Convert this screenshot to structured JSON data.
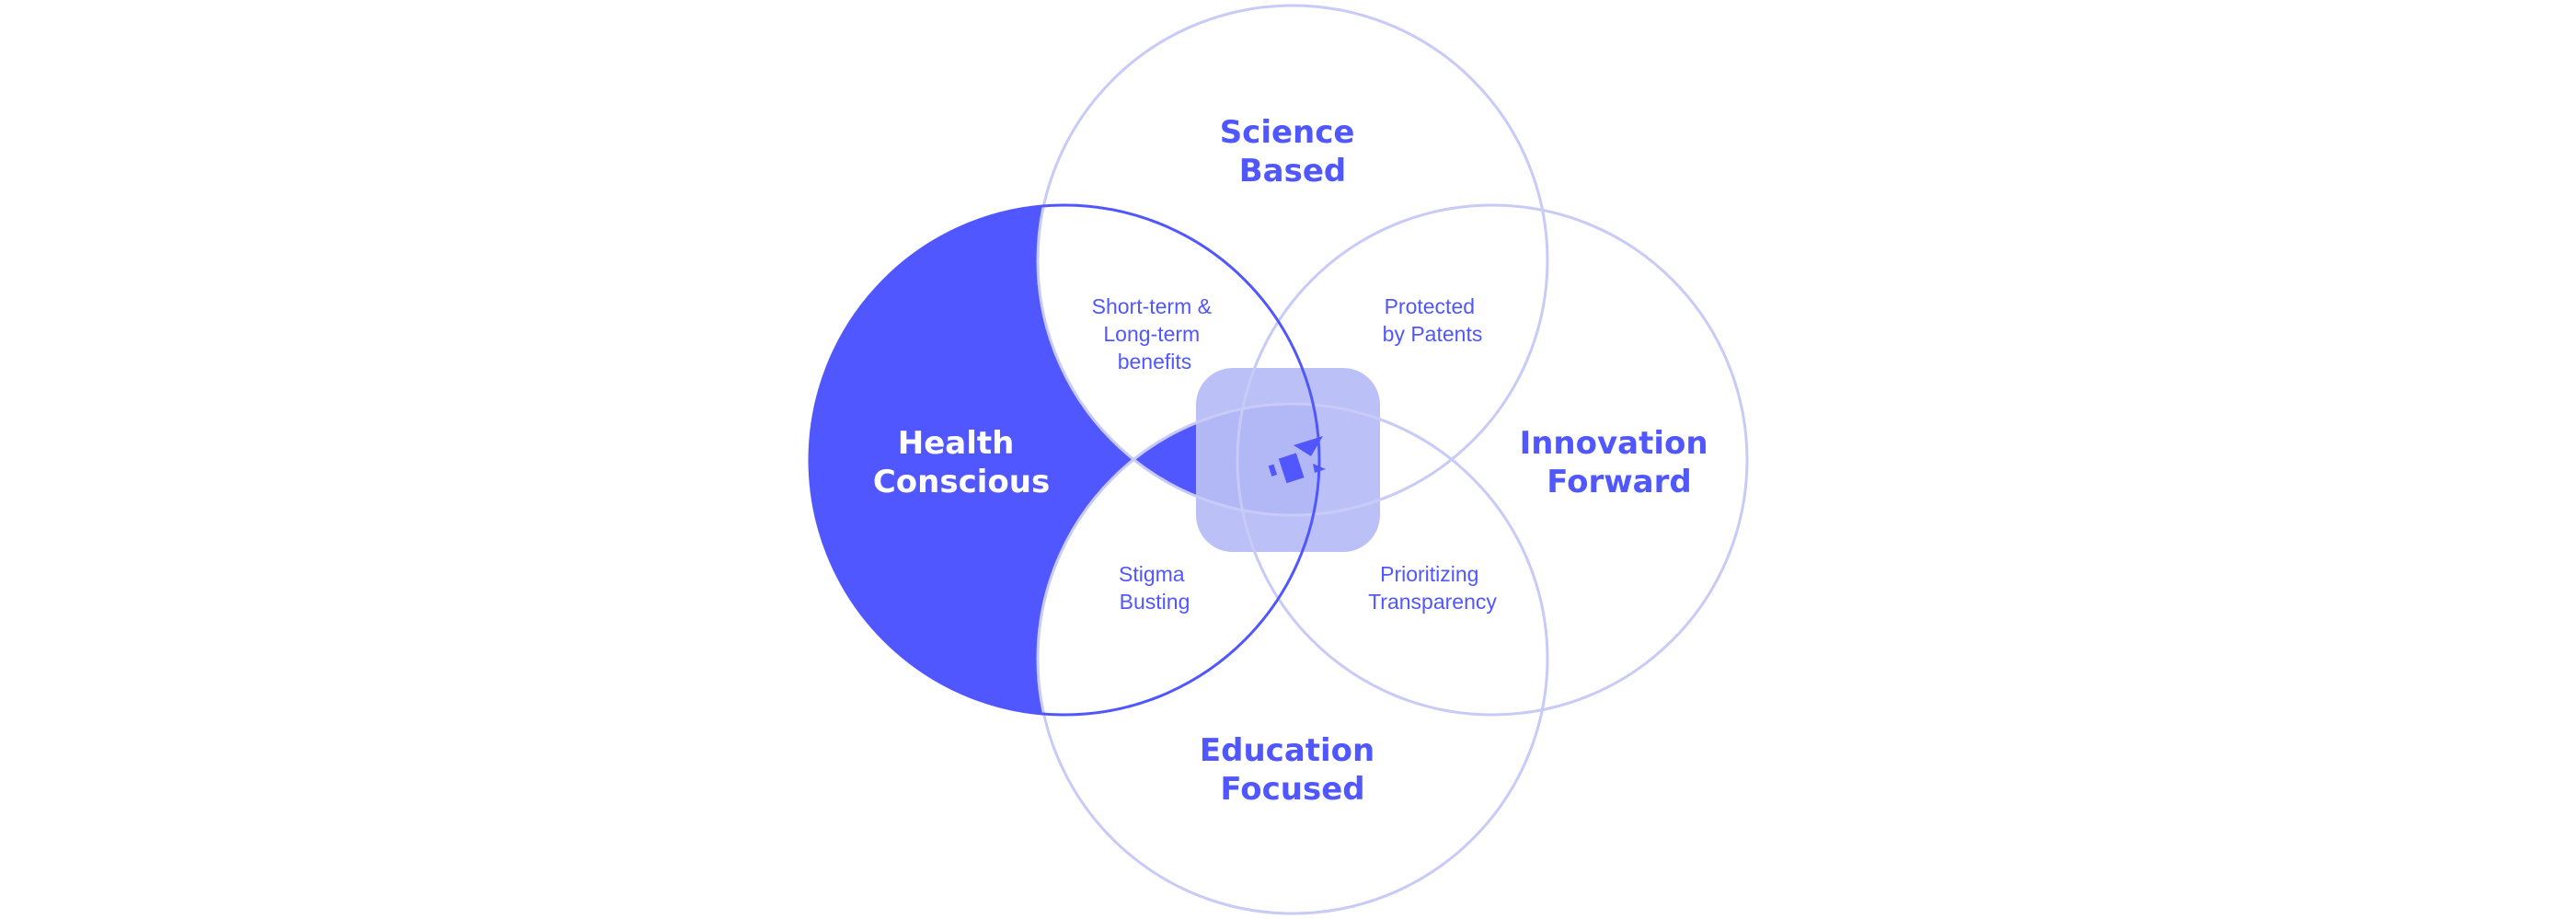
{
  "colors": {
    "primary": "#5157FF",
    "light_outline": "#C8CAF7",
    "center_fill": "#B7BDF6",
    "white": "#FFFFFF"
  },
  "circles": {
    "top": {
      "label_line1": "Science",
      "label_line2": "Based"
    },
    "left": {
      "label_line1": "Health",
      "label_line2": "Conscious"
    },
    "right": {
      "label_line1": "Innovation",
      "label_line2": "Forward"
    },
    "bottom": {
      "label_line1": "Education",
      "label_line2": "Focused"
    }
  },
  "overlaps": {
    "top_left": {
      "line1": "Short-term &",
      "line2": "Long-term",
      "line3": "benefits"
    },
    "top_right": {
      "line1": "Protected",
      "line2": "by Patents"
    },
    "bottom_left": {
      "line1": "Stigma",
      "line2": "Busting"
    },
    "bottom_right": {
      "line1": "Prioritizing",
      "line2": "Transparency"
    }
  },
  "center": {
    "icon": "brand-logo-icon"
  }
}
